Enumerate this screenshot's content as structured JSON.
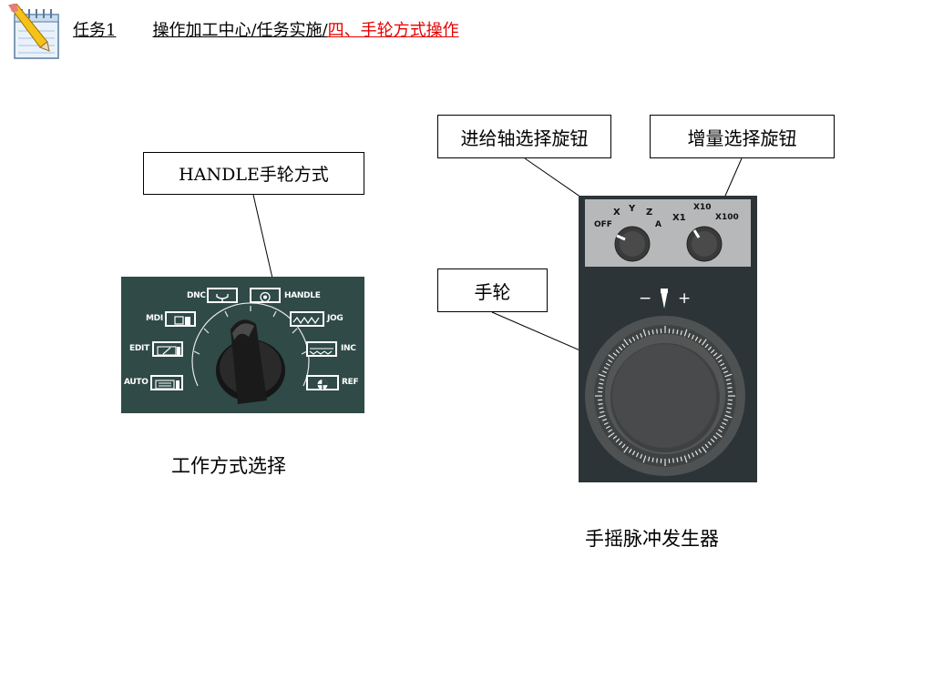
{
  "header": {
    "task": "任务1",
    "section": "操作加工中心/任务实施/",
    "current": "四、手轮方式操作"
  },
  "callouts": {
    "handle_mode": "HANDLE手轮方式",
    "axis_knob": "进给轴选择旋钮",
    "increment_knob": "增量选择旋钮",
    "handwheel": "手轮"
  },
  "captions": {
    "mode_select": "工作方式选择",
    "mpg": "手摇脉冲发生器"
  },
  "mode_panel": {
    "labels": {
      "dnc": "DNC",
      "handle": "HANDLE",
      "mdi": "MDI",
      "jog": "JOG",
      "edit": "EDIT",
      "inc": "INC",
      "auto": "AUTO",
      "ref": "REF"
    }
  },
  "mpg_panel": {
    "axis_labels": {
      "off": "OFF",
      "x": "X",
      "y": "Y",
      "z": "Z",
      "a": "A"
    },
    "increment_labels": {
      "x1": "X1",
      "x10": "X10",
      "x100": "X100"
    },
    "minus": "−",
    "plus": "+"
  },
  "colors": {
    "header_active": "#e60000",
    "mode_panel_bg": "#2f4a47",
    "mpg_bg": "#2d3437",
    "mpg_top_bg": "#b6b8b9"
  },
  "icons": [
    "notepad-icon",
    "pencil-icon",
    "antenna-icon",
    "handwheel-icon",
    "chevron-icon",
    "wave-icon",
    "memory-icon",
    "reference-icon"
  ]
}
